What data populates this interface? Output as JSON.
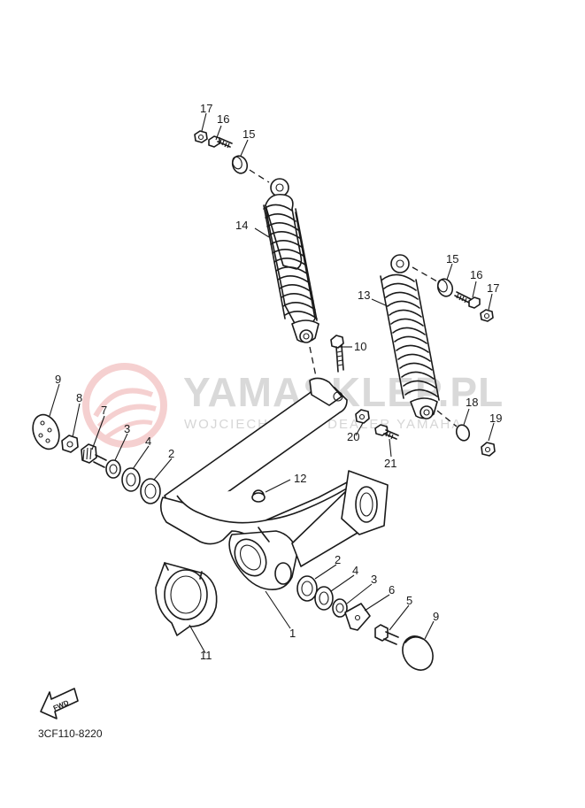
{
  "watermark": {
    "brand": "YAMASKLEP.PL",
    "subtitle": "WOJCIECHOWSKI DEALER YAMAHA"
  },
  "find_badge": "FWD",
  "diagram_code": "3CF110-8220",
  "callouts": {
    "c1": "1",
    "c2a": "2",
    "c2b": "2",
    "c3a": "3",
    "c3b": "3",
    "c4a": "4",
    "c4b": "4",
    "c5": "5",
    "c6": "6",
    "c7": "7",
    "c8": "8",
    "c9a": "9",
    "c9b": "9",
    "c10": "10",
    "c11": "11",
    "c12": "12",
    "c13": "13",
    "c14": "14",
    "c15a": "15",
    "c15b": "15",
    "c16a": "16",
    "c16b": "16",
    "c17a": "17",
    "c17b": "17",
    "c18": "18",
    "c19": "19",
    "c20": "20",
    "c21": "21"
  }
}
